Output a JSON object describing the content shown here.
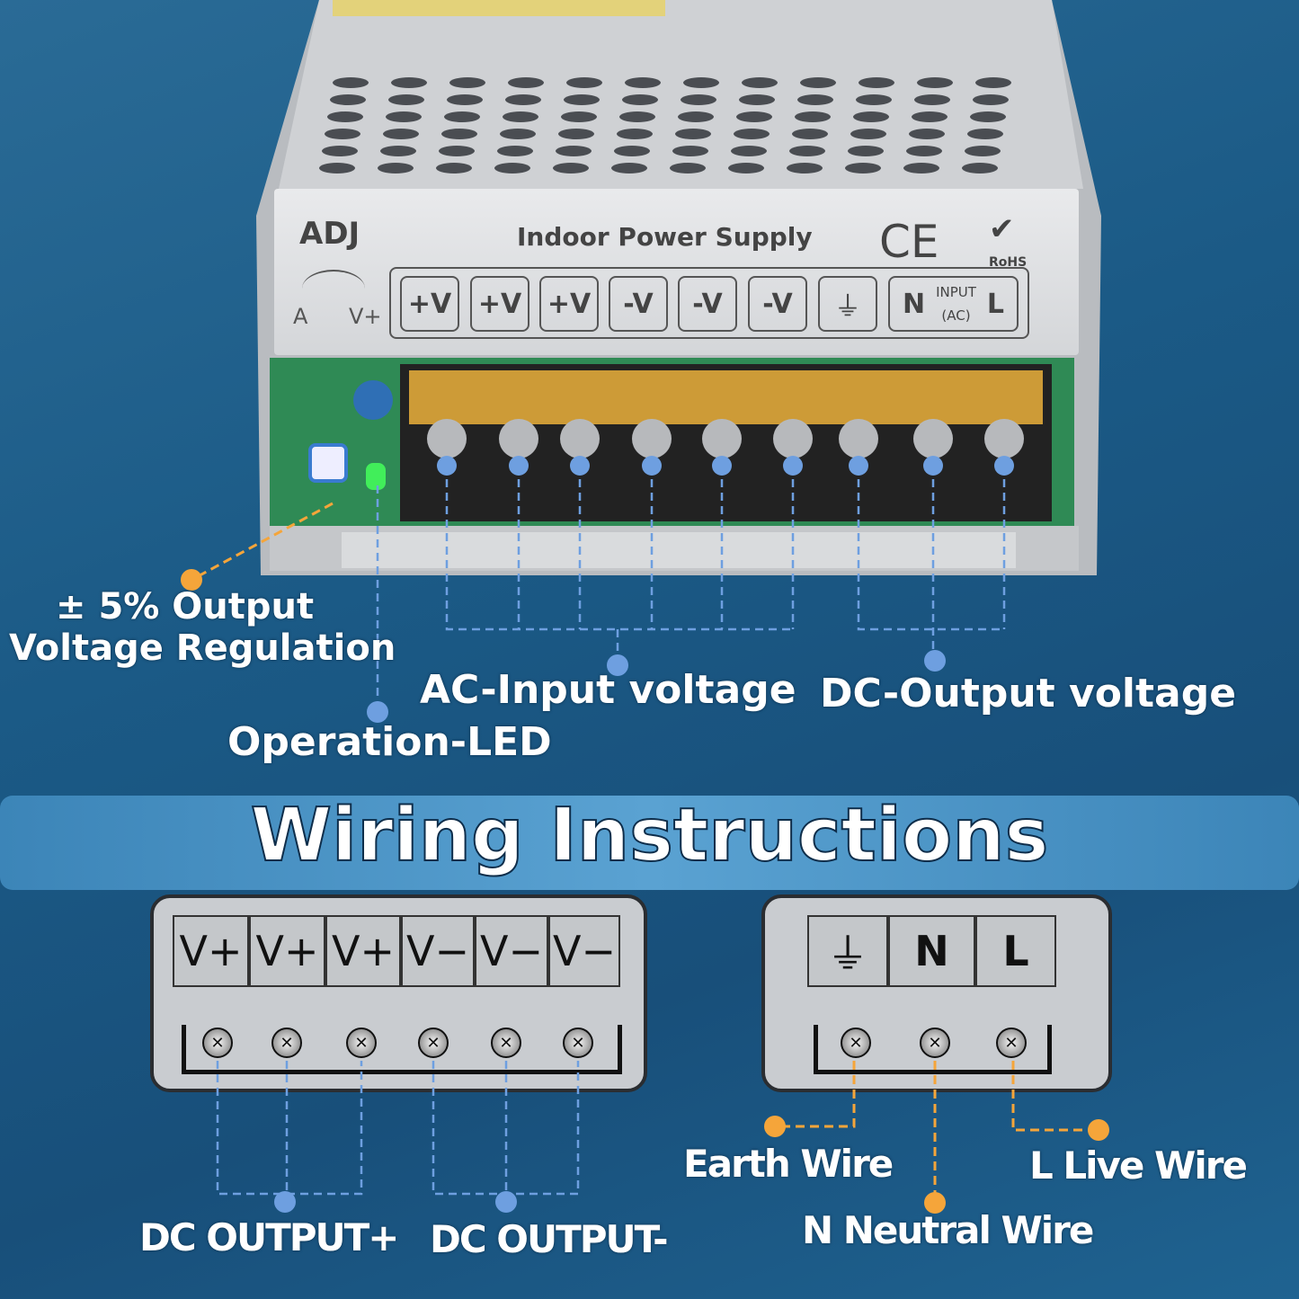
{
  "product": {
    "brand": "ADJ",
    "title": "Indoor Power Supply",
    "certifications": [
      "CE",
      "RoHS"
    ],
    "adjust_labels": {
      "left": "A",
      "right": "V+"
    },
    "terminals": [
      "+V",
      "+V",
      "+V",
      "-V",
      "-V",
      "-V"
    ],
    "input_label": {
      "n": "N",
      "top": "INPUT",
      "bottom": "(AC)",
      "l": "L"
    }
  },
  "callouts": {
    "regulation_line1": "± 5%  Output",
    "regulation_line2": "Voltage Regulation",
    "led": "Operation-LED",
    "ac_input": "AC-Input voltage",
    "dc_output": "DC-Output voltage"
  },
  "banner": {
    "title": "Wiring Instructions"
  },
  "dc_panel": {
    "labels": [
      "V+",
      "V+",
      "V+",
      "V−",
      "V−",
      "V−"
    ]
  },
  "ac_panel": {
    "labels": [
      "N",
      "L"
    ]
  },
  "wires": {
    "dc_plus": "DC OUTPUT+",
    "dc_minus": "DC OUTPUT-",
    "earth": "Earth Wire",
    "neutral": "N Neutral Wire",
    "live": "L Live Wire"
  },
  "colors": {
    "blue_callout": "#6e9fe0",
    "orange_callout": "#f5a53a",
    "banner": "#4a93c4"
  }
}
